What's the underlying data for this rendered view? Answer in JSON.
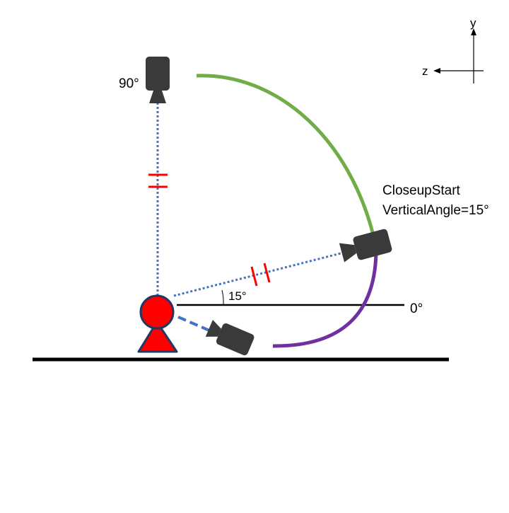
{
  "diagram": {
    "labels": {
      "top_angle": "90°",
      "zero_angle": "0°",
      "angle_value": "15°",
      "camera_name": "CloseupStart",
      "camera_param": "VerticalAngle=15°"
    },
    "axes": {
      "y": "y",
      "z": "z"
    },
    "colors": {
      "arc_upper": "#70ad47",
      "arc_lower": "#7030a0",
      "sight_line": "#4472c4",
      "tick_mark": "#ff0000",
      "subject_fill": "#ff0000",
      "subject_outline": "#1f3864",
      "camera": "#3a3a3a",
      "ground": "#000000"
    },
    "icons": [
      "camera-icon",
      "subject-icon"
    ]
  }
}
